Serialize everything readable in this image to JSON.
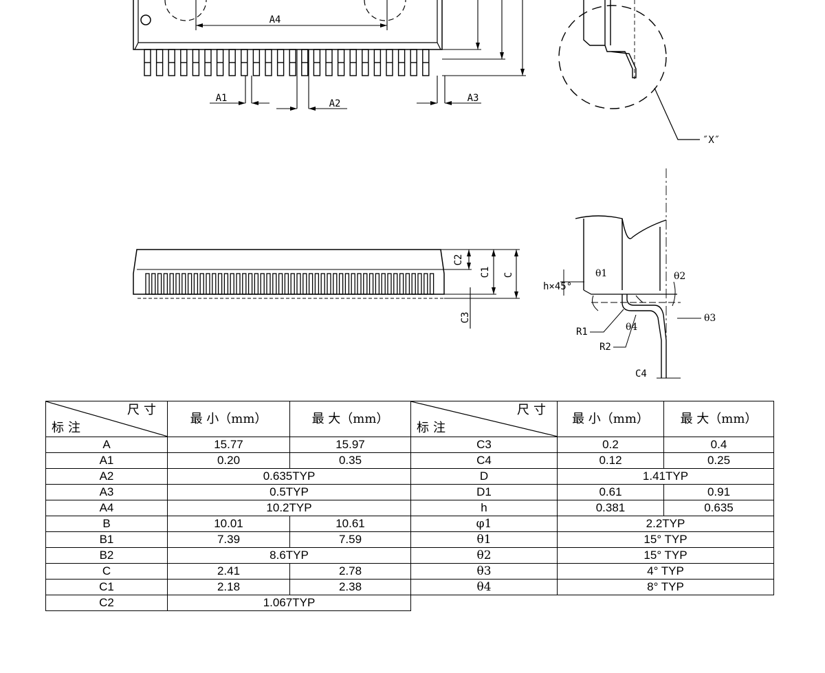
{
  "drawing": {
    "top_view_labels": {
      "a1": "A1",
      "a2": "A2",
      "a3": "A3",
      "a4": "A4"
    },
    "detail_x_label": "″X″",
    "side_view_labels": {
      "c": "C",
      "c1": "C1",
      "c2": "C2",
      "c3": "C3"
    },
    "lead_detail_labels": {
      "h45": "h×45°",
      "theta1": "θ1",
      "theta2": "θ2",
      "theta3": "θ3",
      "theta4": "θ4",
      "r1": "R1",
      "r2": "R2",
      "c4": "C4"
    }
  },
  "table_headers": {
    "corner_top": "尺寸",
    "corner_bottom": "标注",
    "min": "最 小（mm）",
    "max": "最 大（mm）"
  },
  "table_left": [
    {
      "label": "A",
      "min": "15.77",
      "max": "15.97"
    },
    {
      "label": "A1",
      "min": "0.20",
      "max": "0.35"
    },
    {
      "label": "A2",
      "typ": "0.635TYP"
    },
    {
      "label": "A3",
      "typ": "0.5TYP"
    },
    {
      "label": "A4",
      "typ": "10.2TYP"
    },
    {
      "label": "B",
      "min": "10.01",
      "max": "10.61"
    },
    {
      "label": "B1",
      "min": "7.39",
      "max": "7.59"
    },
    {
      "label": "B2",
      "typ": "8.6TYP"
    },
    {
      "label": "C",
      "min": "2.41",
      "max": "2.78"
    },
    {
      "label": "C1",
      "min": "2.18",
      "max": "2.38"
    },
    {
      "label": "C2",
      "typ": "1.067TYP"
    }
  ],
  "table_right": [
    {
      "label": "C3",
      "min": "0.2",
      "max": "0.4"
    },
    {
      "label": "C4",
      "min": "0.12",
      "max": "0.25"
    },
    {
      "label": "D",
      "typ": "1.41TYP"
    },
    {
      "label": "D1",
      "min": "0.61",
      "max": "0.91"
    },
    {
      "label": "h",
      "min": "0.381",
      "max": "0.635"
    },
    {
      "label": "φ1",
      "typ": "2.2TYP"
    },
    {
      "label": "θ1",
      "typ": "15° TYP"
    },
    {
      "label": "θ2",
      "typ": "15° TYP"
    },
    {
      "label": "θ3",
      "typ": "4° TYP"
    },
    {
      "label": "θ4",
      "typ": "8° TYP"
    }
  ]
}
